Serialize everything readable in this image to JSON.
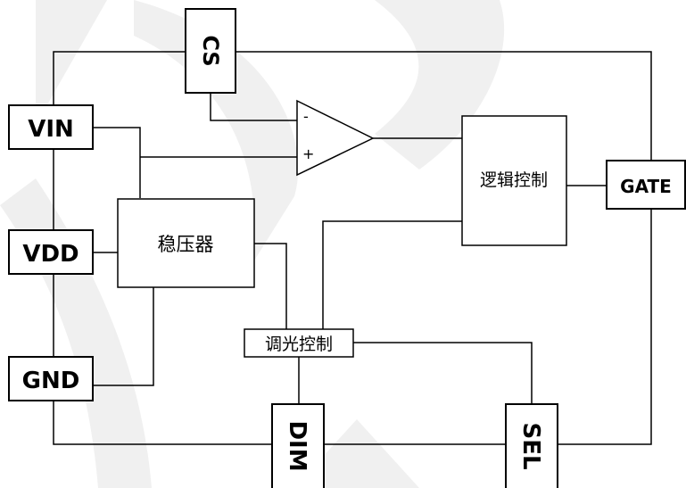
{
  "pins": {
    "cs": "CS",
    "vin": "VIN",
    "vdd": "VDD",
    "gnd": "GND",
    "gate": "GATE",
    "dim": "DIM",
    "sel": "SEL"
  },
  "blocks": {
    "regulator": "稳压器",
    "logic": "逻辑控制",
    "dimming": "调光控制"
  },
  "comparator": {
    "minus": "-",
    "plus": "+"
  }
}
